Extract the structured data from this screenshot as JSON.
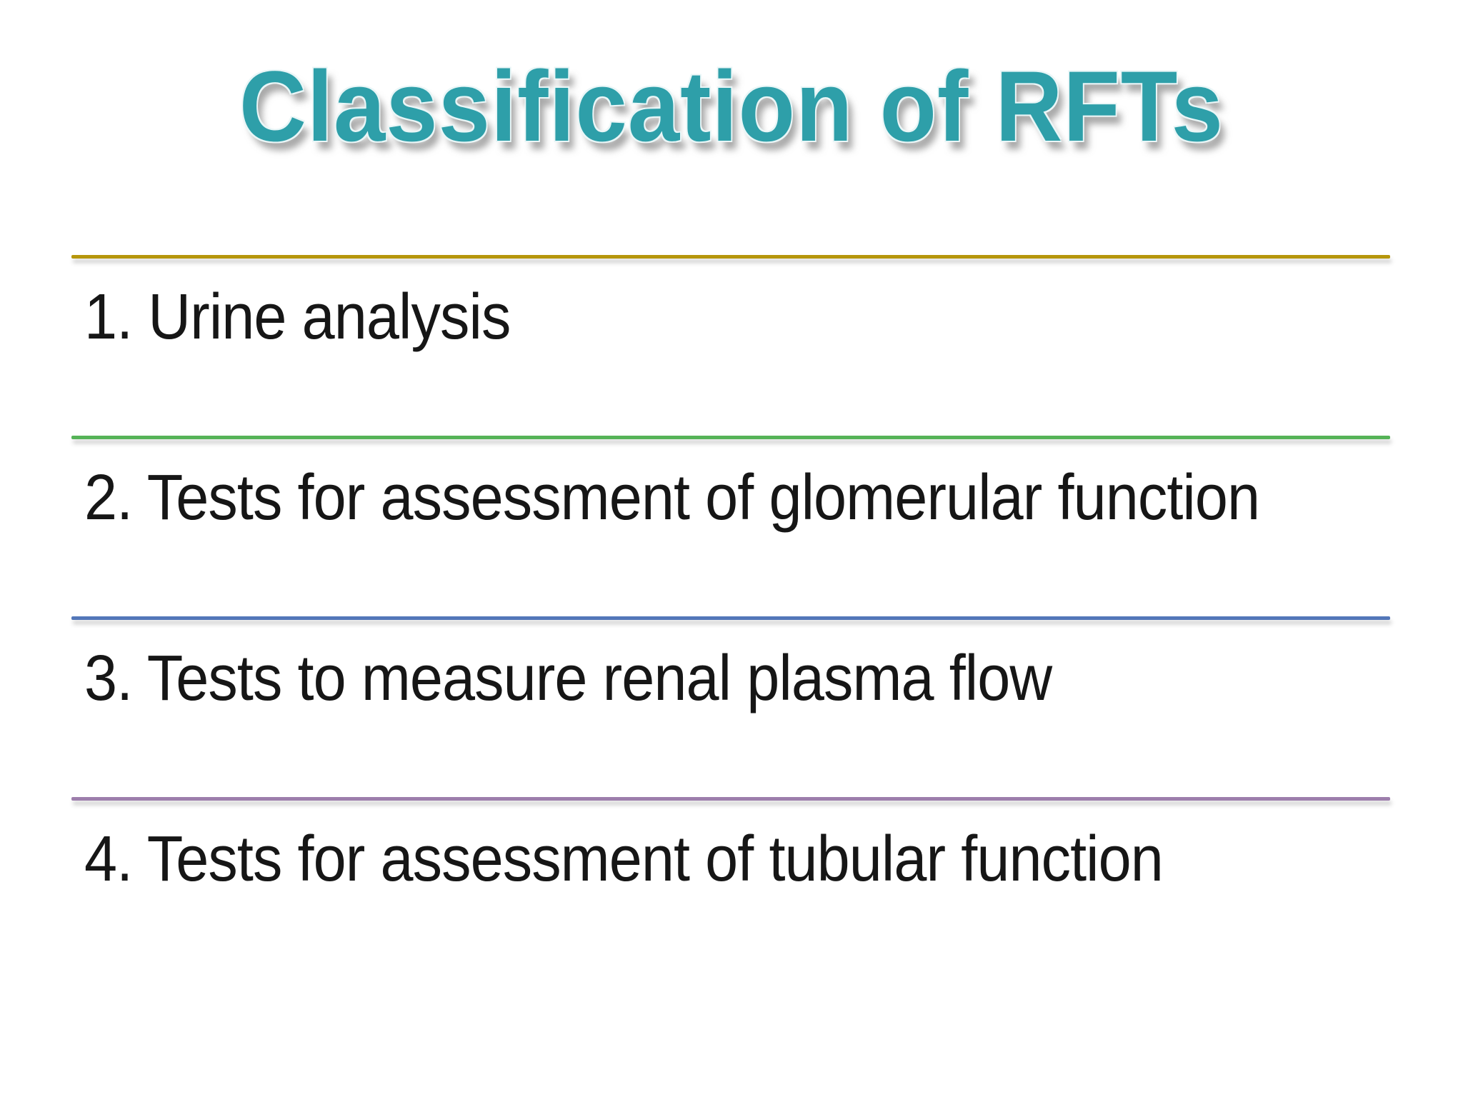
{
  "slide": {
    "title": "Classification of RFTs",
    "title_color": "#2E9FA9",
    "background_color": "#FFFFFF",
    "body_text_color": "#161616",
    "items": [
      {
        "number": "1.",
        "label": "Urine analysis",
        "text": "1. Urine analysis",
        "line_color": "#B6960C"
      },
      {
        "number": "2.",
        "label": "Tests for assessment of glomerular function",
        "text": "2. Tests for assessment of glomerular function",
        "line_color": "#55B357"
      },
      {
        "number": "3.",
        "label": "Tests to measure renal plasma flow",
        "text": "3. Tests to measure renal plasma flow",
        "line_color": "#5377B9"
      },
      {
        "number": "4.",
        "label": "Tests for assessment of tubular function",
        "text": "4. Tests for assessment of tubular function",
        "line_color": "#9D7EAC"
      }
    ]
  }
}
